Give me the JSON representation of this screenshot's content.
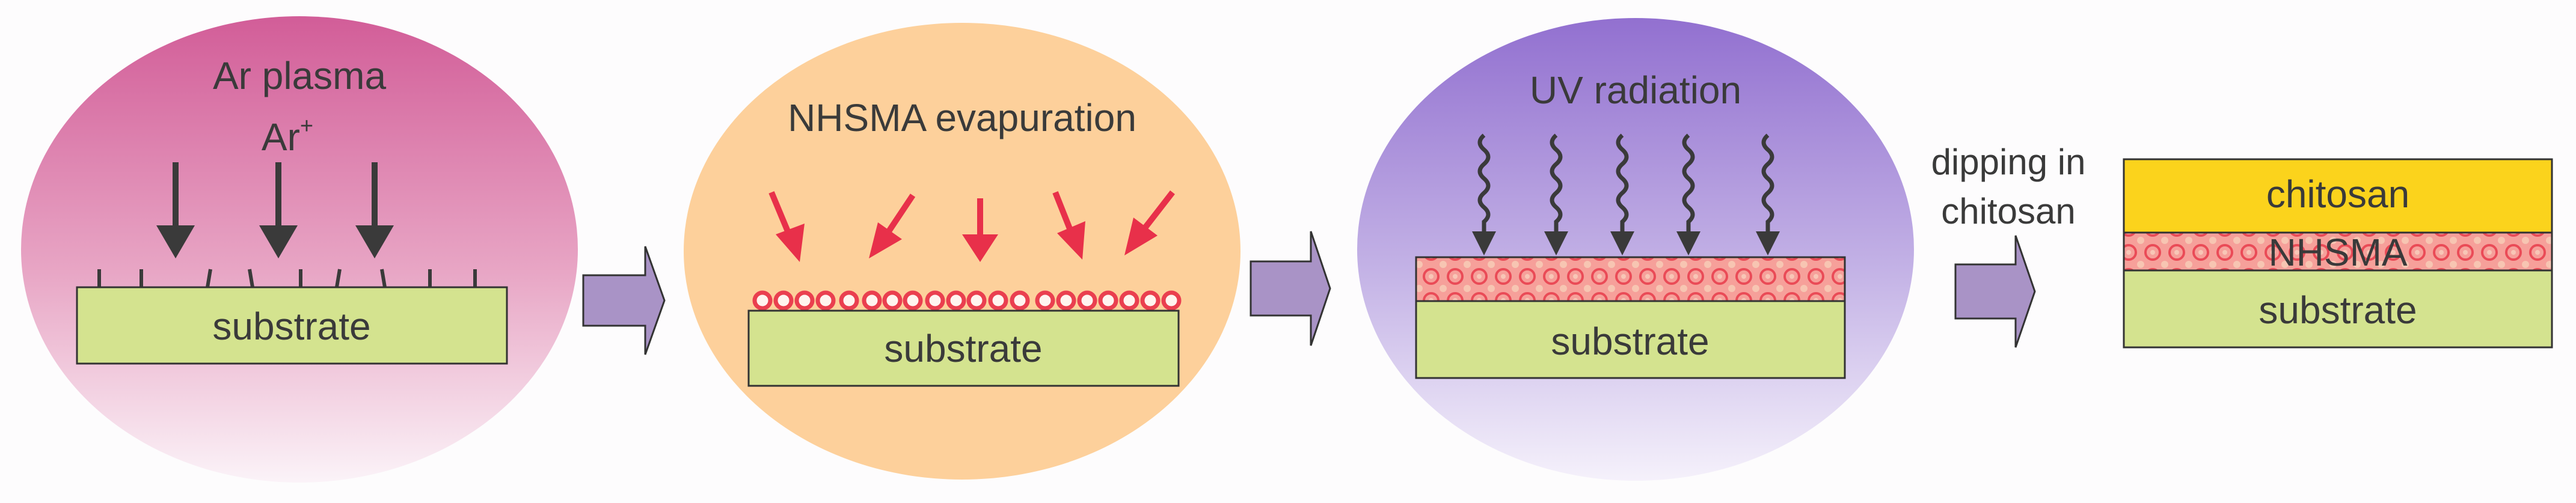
{
  "steps": [
    {
      "title": "Ar plasma",
      "ion": "Ar",
      "ion_charge": "+",
      "substrate": "substrate"
    },
    {
      "title": "NHSMA evapuration",
      "substrate": "substrate"
    },
    {
      "title": "UV radiation",
      "substrate": "substrate"
    },
    {
      "caption_line1": "dipping in",
      "caption_line2": "chitosan"
    }
  ],
  "final_stack": {
    "top": "chitosan",
    "middle": "NHSMA",
    "bottom": "substrate"
  },
  "colors": {
    "substrate": "#d4e38f",
    "chitosan": "#fbd31c",
    "nhsma": "#f2676f",
    "arrow": "#a993c6",
    "stage1": "#d6699f",
    "stage2": "#fdd09b",
    "stage3": "#9b76d3",
    "red_arrow": "#e8304a"
  }
}
